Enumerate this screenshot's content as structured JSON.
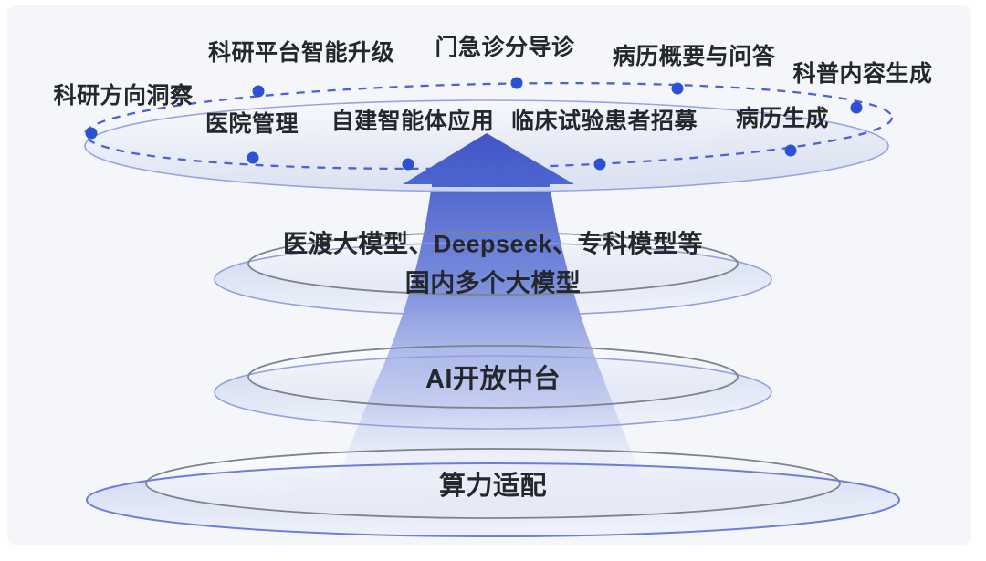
{
  "ring_labels": {
    "research_direction_insight": "科研方向洞察",
    "research_platform_upgrade": "科研平台智能升级",
    "triage_guidance": "门急诊分导诊",
    "medical_record_summary_qa": "病历概要与问答",
    "science_content_generation": "科普内容生成",
    "hospital_management": "医院管理",
    "custom_agent_app": "自建智能体应用",
    "clinical_trial_recruitment": "临床试验患者招募",
    "medical_record_generation": "病历生成"
  },
  "layers": {
    "models_line1": "医渡大模型、Deepseek、专科模型等",
    "models_line2": "国内多个大模型",
    "ai_platform": "AI开放中台",
    "compute": "算力适配"
  },
  "colors": {
    "card_bg": "#f5f6f9",
    "text_dark": "#24272c",
    "dash_blue": "#4a63d4",
    "dot_blue": "#2d51d3",
    "arrow_blue": "#4157c7",
    "gray_stroke": "#7d828c",
    "blue_stroke": "#93a0de",
    "base_stroke_strong": "#6b7edb"
  }
}
